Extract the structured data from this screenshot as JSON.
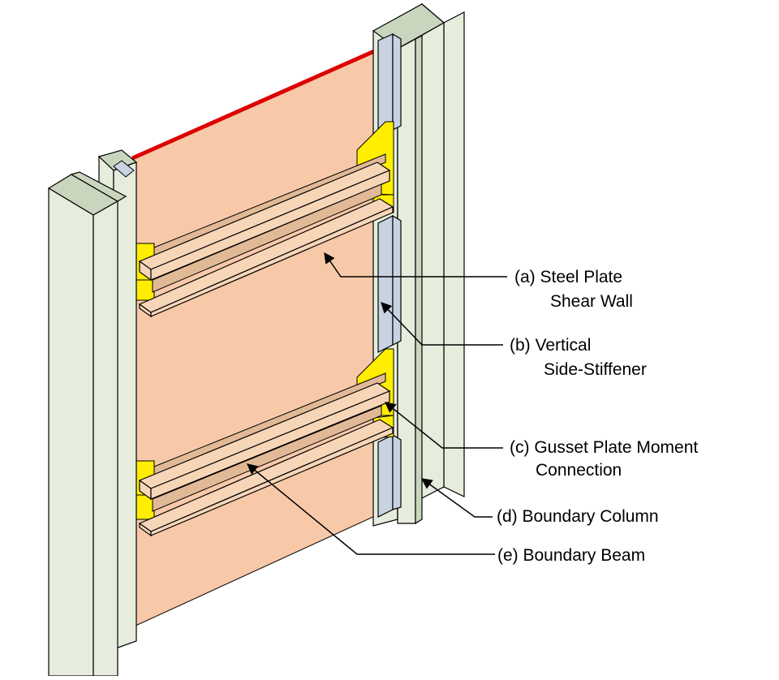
{
  "colors": {
    "plate": "#f8c9a9",
    "column": "#e6eddc",
    "column_dark": "#c9d6bd",
    "stiffener": "#c8d3e2",
    "gusset": "#ffee00",
    "beam": "#f7d6b8",
    "beam_dark": "#e2b996",
    "edge_red": "#dd0000",
    "outline": "#000000"
  },
  "labels": {
    "a_line1": "(a) Steel Plate",
    "a_line2": "Shear Wall",
    "b_line1": "(b) Vertical",
    "b_line2": "Side-Stiffener",
    "c_line1": "(c) Gusset Plate Moment",
    "c_line2": "Connection",
    "d_line1": "(d) Boundary Column",
    "e_line1": "(e) Boundary Beam"
  }
}
